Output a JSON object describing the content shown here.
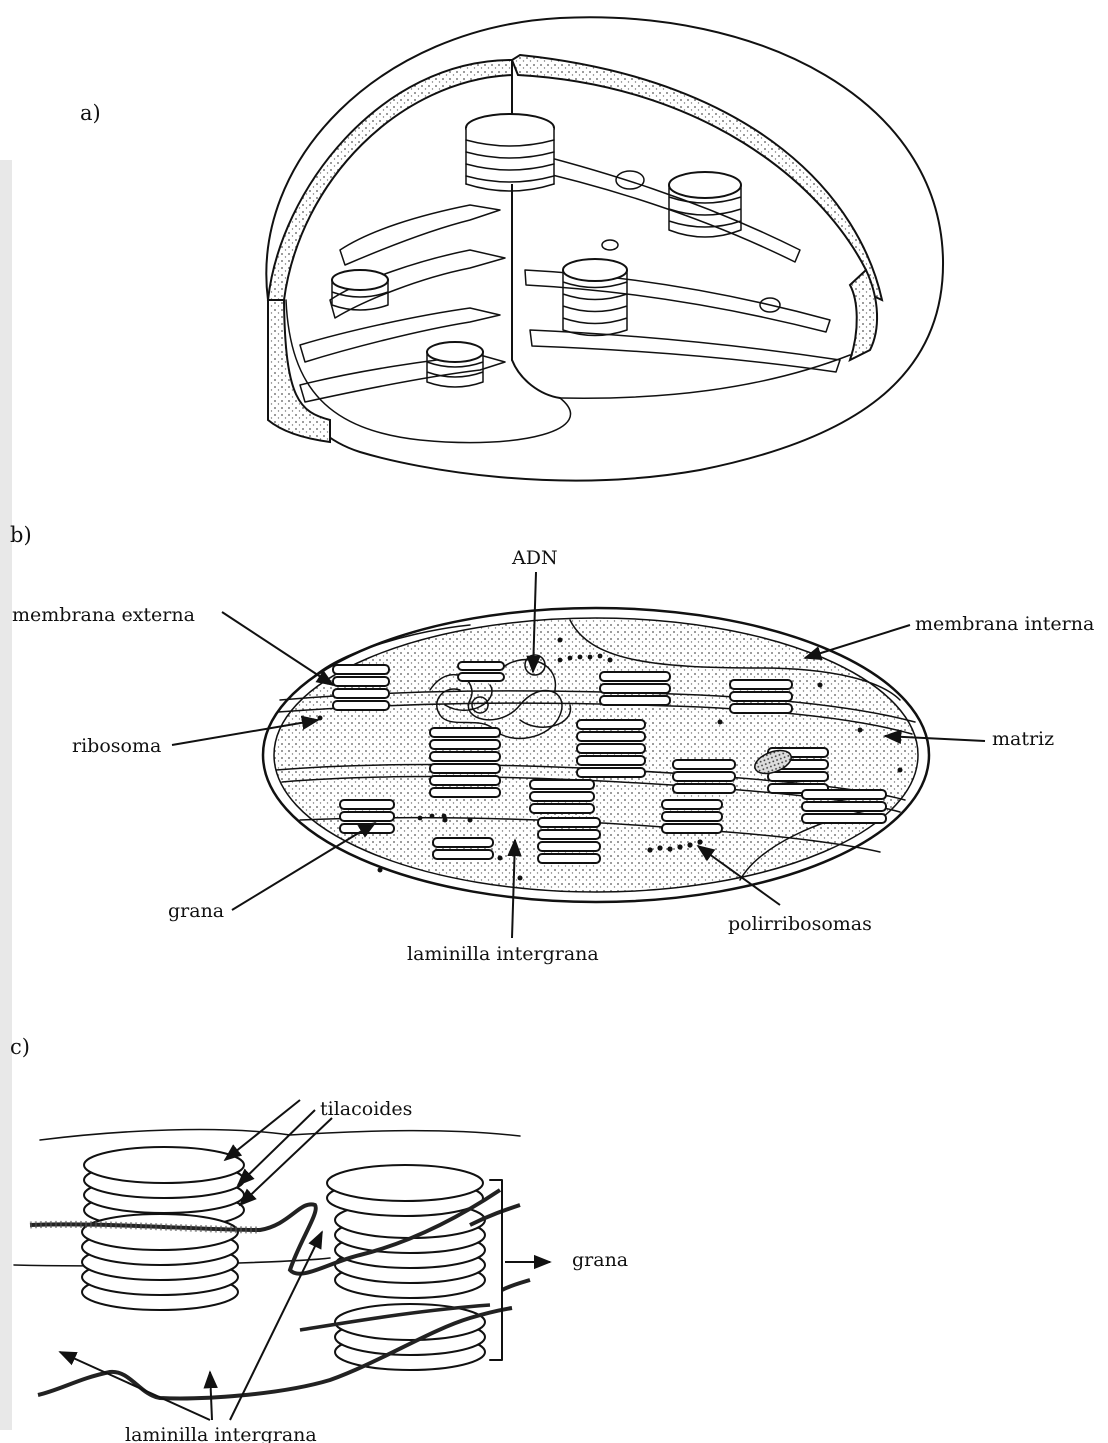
{
  "panels": {
    "a": {
      "letter": "a)"
    },
    "b": {
      "letter": "b)",
      "labels": {
        "adn": "ADN",
        "membrana_externa": "membrana externa",
        "membrana_interna": "membrana interna",
        "ribosoma": "ribosoma",
        "matriz": "matriz",
        "grana": "grana",
        "polirribosomas": "polirribosomas",
        "laminilla_intergrana": "laminilla intergrana"
      }
    },
    "c": {
      "letter": "c)",
      "labels": {
        "tilacoides": "tilacoides",
        "grana": "grana",
        "laminilla_intergrana": "laminilla  intergrana"
      }
    }
  }
}
